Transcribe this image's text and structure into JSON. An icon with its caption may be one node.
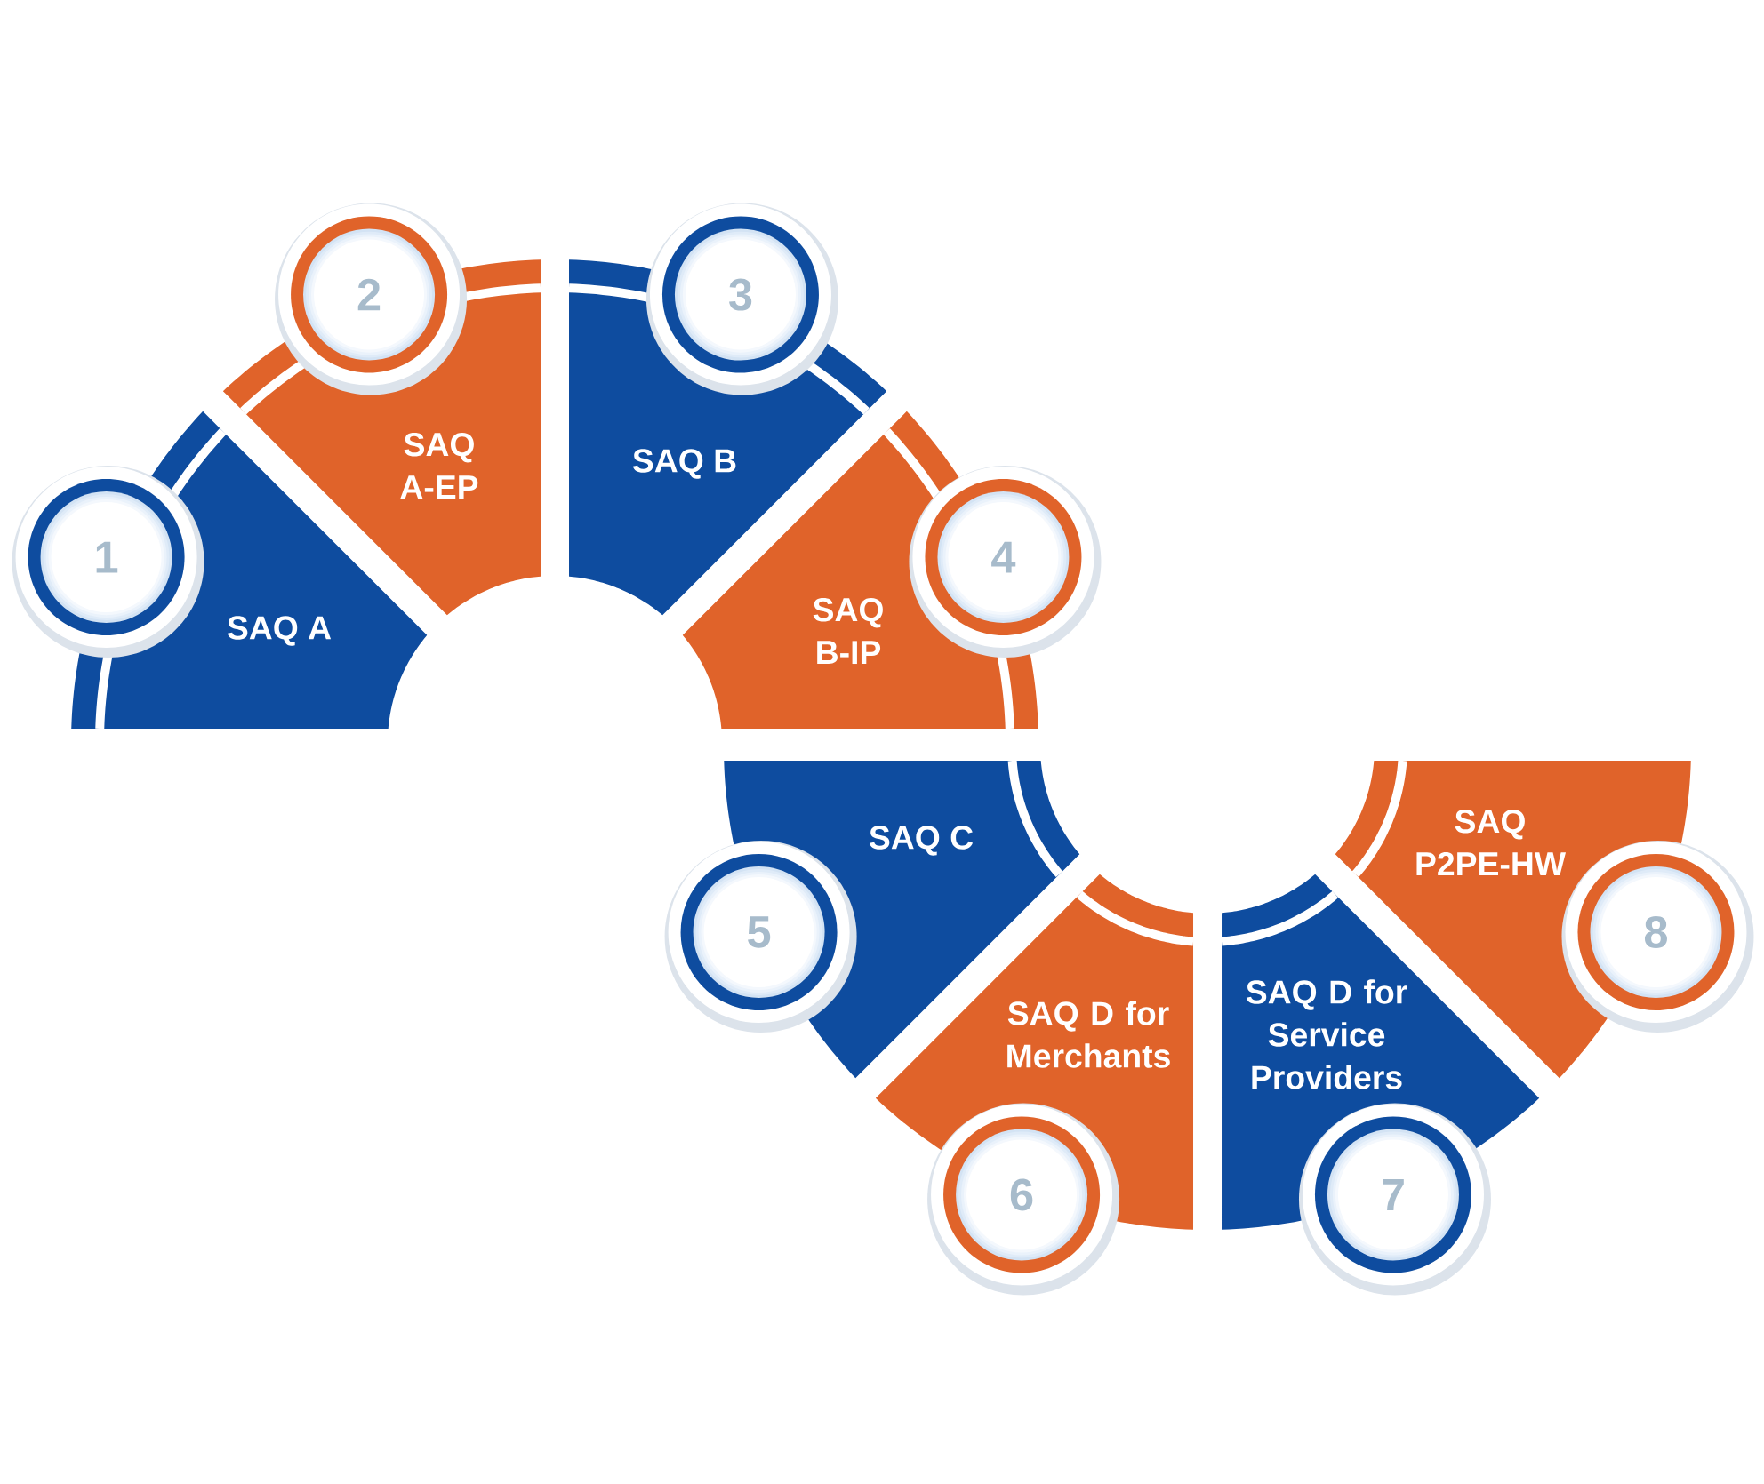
{
  "diagram": {
    "nodes": [
      {
        "text": [
          "1"
        ]
      },
      {
        "text": [
          "SAQ A"
        ]
      },
      {
        "text": [
          "2"
        ]
      },
      {
        "text": [
          "SAQ A-EP"
        ]
      },
      {
        "text": [
          "3"
        ]
      },
      {
        "text": [
          "SAQ B"
        ]
      },
      {
        "text": [
          "4"
        ]
      },
      {
        "text": [
          "SAQ B-IP"
        ]
      },
      {
        "text": [
          "5"
        ]
      },
      {
        "text": [
          "SAQ C"
        ]
      },
      {
        "text": [
          "6"
        ]
      },
      {
        "text": [
          "SAQ D for Merchants"
        ]
      },
      {
        "text": [
          "7"
        ]
      },
      {
        "text": [
          "SAQ D for Service Providers"
        ]
      },
      {
        "text": [
          "8"
        ]
      },
      {
        "text": [
          "SAQ P2PE-HW"
        ]
      }
    ]
  }
}
